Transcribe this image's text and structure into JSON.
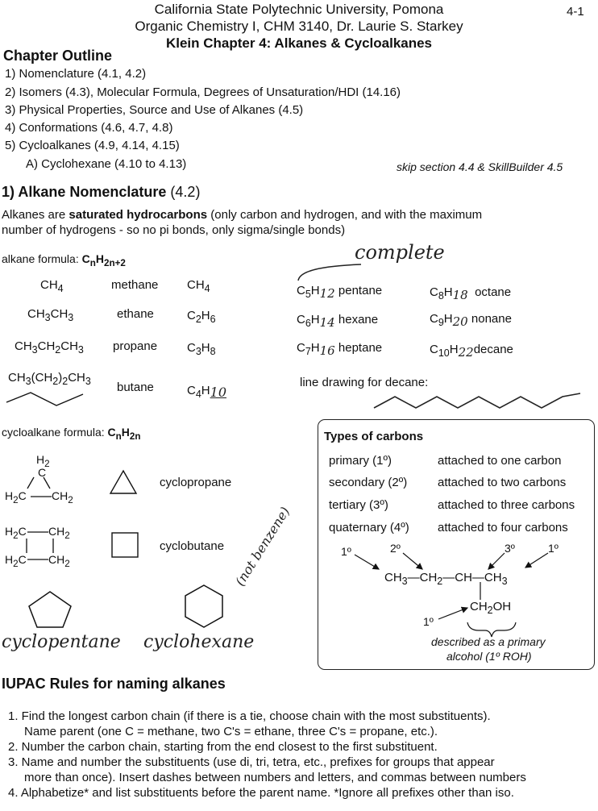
{
  "header": {
    "line1": "California State Polytechnic University, Pomona",
    "line2": "Organic Chemistry I, CHM 3140, Dr. Laurie S. Starkey",
    "line3": "Klein Chapter 4: Alkanes & Cycloalkanes",
    "page_number": "4-1"
  },
  "outline": {
    "title": "Chapter Outline",
    "items": [
      "1) Nomenclature (4.1, 4.2)",
      "2) Isomers (4.3), Molecular Formula, Degrees of Unsaturation/HDI (14.16)",
      "3) Physical Properties, Source and Use of Alkanes (4.5)",
      "4) Conformations (4.6, 4.7, 4.8)",
      "5) Cycloalkanes (4.9, 4.14, 4.15)",
      "A) Cyclohexane (4.10 to 4.13)"
    ],
    "skip_note": "skip section 4.4 & SkillBuilder 4.5"
  },
  "section1": {
    "title_bold": "1) Alkane Nomenclature",
    "title_ref": "(4.2)",
    "intro_pre": "Alkanes are ",
    "intro_bold": "saturated hydrocarbons",
    "intro_post": " (only carbon and hydrogen, and with the maximum",
    "intro_line2": "number of hydrogens - so no pi bonds, only sigma/single bonds)",
    "alkane_formula_label": "alkane formula: "
  },
  "alkanes": [
    {
      "name": "methane"
    },
    {
      "name": "ethane"
    },
    {
      "name": "propane"
    },
    {
      "name": "butane",
      "handwritten_subscript": "10"
    }
  ],
  "complete": {
    "handwritten_title": "complete",
    "left": [
      {
        "hand": "12",
        "name": "pentane"
      },
      {
        "hand": "14",
        "name": "hexane"
      },
      {
        "hand": "16",
        "name": "heptane"
      }
    ],
    "right": [
      {
        "hand": "18",
        "name": "octane"
      },
      {
        "hand": "20",
        "name": "nonane"
      },
      {
        "hand": "22",
        "name": "decane"
      }
    ],
    "line_drawing_label": "line drawing for decane:"
  },
  "cycloalkanes": {
    "formula_label": "cycloalkane formula: ",
    "cyclopropane": "cyclopropane",
    "cyclobutane": "cyclobutane",
    "hand_cyclopentane": "cyclopentane",
    "hand_cyclohexane": "cyclohexane",
    "hand_note": "(not benzene)"
  },
  "types_of_carbons": {
    "title": "Types of carbons",
    "rows": [
      {
        "type": "primary (1º)",
        "desc": "attached to one carbon"
      },
      {
        "type": "secondary (2º)",
        "desc": "attached to two carbons"
      },
      {
        "type": "tertiary (3º)",
        "desc": "attached to three carbons"
      },
      {
        "type": "quaternary (4º)",
        "desc": "attached to four carbons"
      }
    ],
    "labels": {
      "a": "1º",
      "b": "2º",
      "c": "3º",
      "d": "1º",
      "e": "1º"
    },
    "caption_line1": "described as a primary",
    "caption_line2": "alcohol (1º ROH)"
  },
  "iupac": {
    "title": "IUPAC Rules for naming alkanes",
    "rules": [
      "1. Find the longest carbon chain (if there is a tie, choose chain with the most substituents).",
      "Name parent (one C = methane, two C's = ethane, three C's = propane, etc.).",
      "2. Number the carbon chain, starting from the end closest to the first substituent.",
      "3. Name and number the substituents (use di, tri, tetra, etc., prefixes for groups that appear",
      "more than once).  Insert dashes between numbers and letters, and commas between numbers",
      "4. Alphabetize* and list substituents before the parent name.  *Ignore all prefixes other than iso."
    ]
  }
}
